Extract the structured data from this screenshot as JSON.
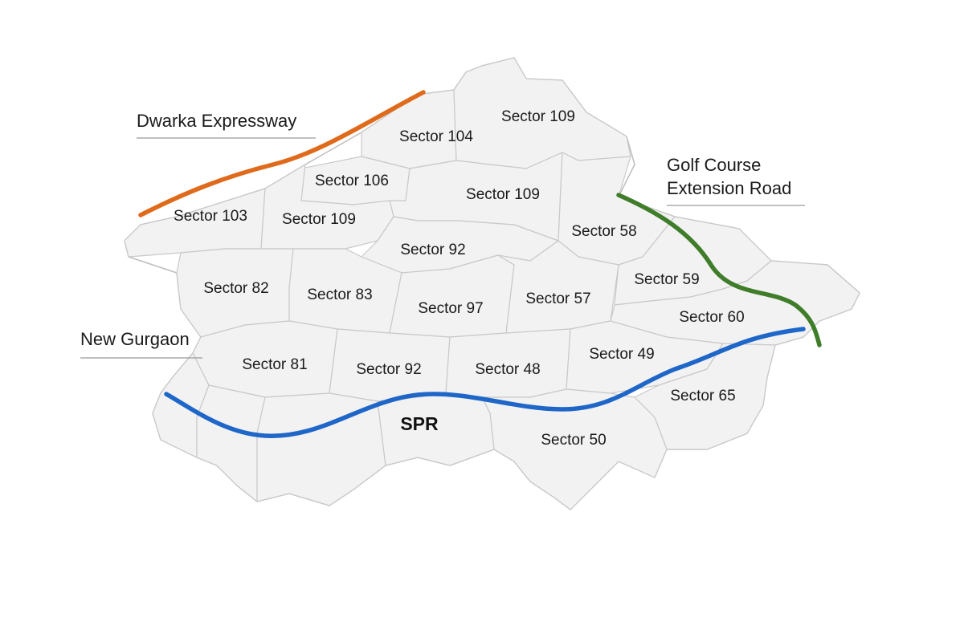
{
  "roads": {
    "dwarka": {
      "label": "Dwarka Expressway",
      "color": "#e06a1b"
    },
    "golf_course": {
      "label_line1": "Golf Course",
      "label_line2": "Extension Road",
      "color": "#3f7d2a"
    },
    "spr": {
      "label": "SPR",
      "color": "#1f66c9"
    }
  },
  "regions": {
    "new_gurgaon": "New Gurgaon"
  },
  "sectors": {
    "s104": "Sector 104",
    "s109_top": "Sector 109",
    "s106": "Sector 106",
    "s109_mid": "Sector 109",
    "s103": "Sector 103",
    "s109_left": "Sector 109",
    "s58": "Sector 58",
    "s92_top": "Sector 92",
    "s82": "Sector 82",
    "s83": "Sector 83",
    "s97": "Sector 97",
    "s57": "Sector 57",
    "s59": "Sector 59",
    "s60": "Sector 60",
    "s81": "Sector 81",
    "s92_bottom": "Sector 92",
    "s48": "Sector 48",
    "s49": "Sector 49",
    "s65": "Sector 65",
    "s50": "Sector 50"
  }
}
